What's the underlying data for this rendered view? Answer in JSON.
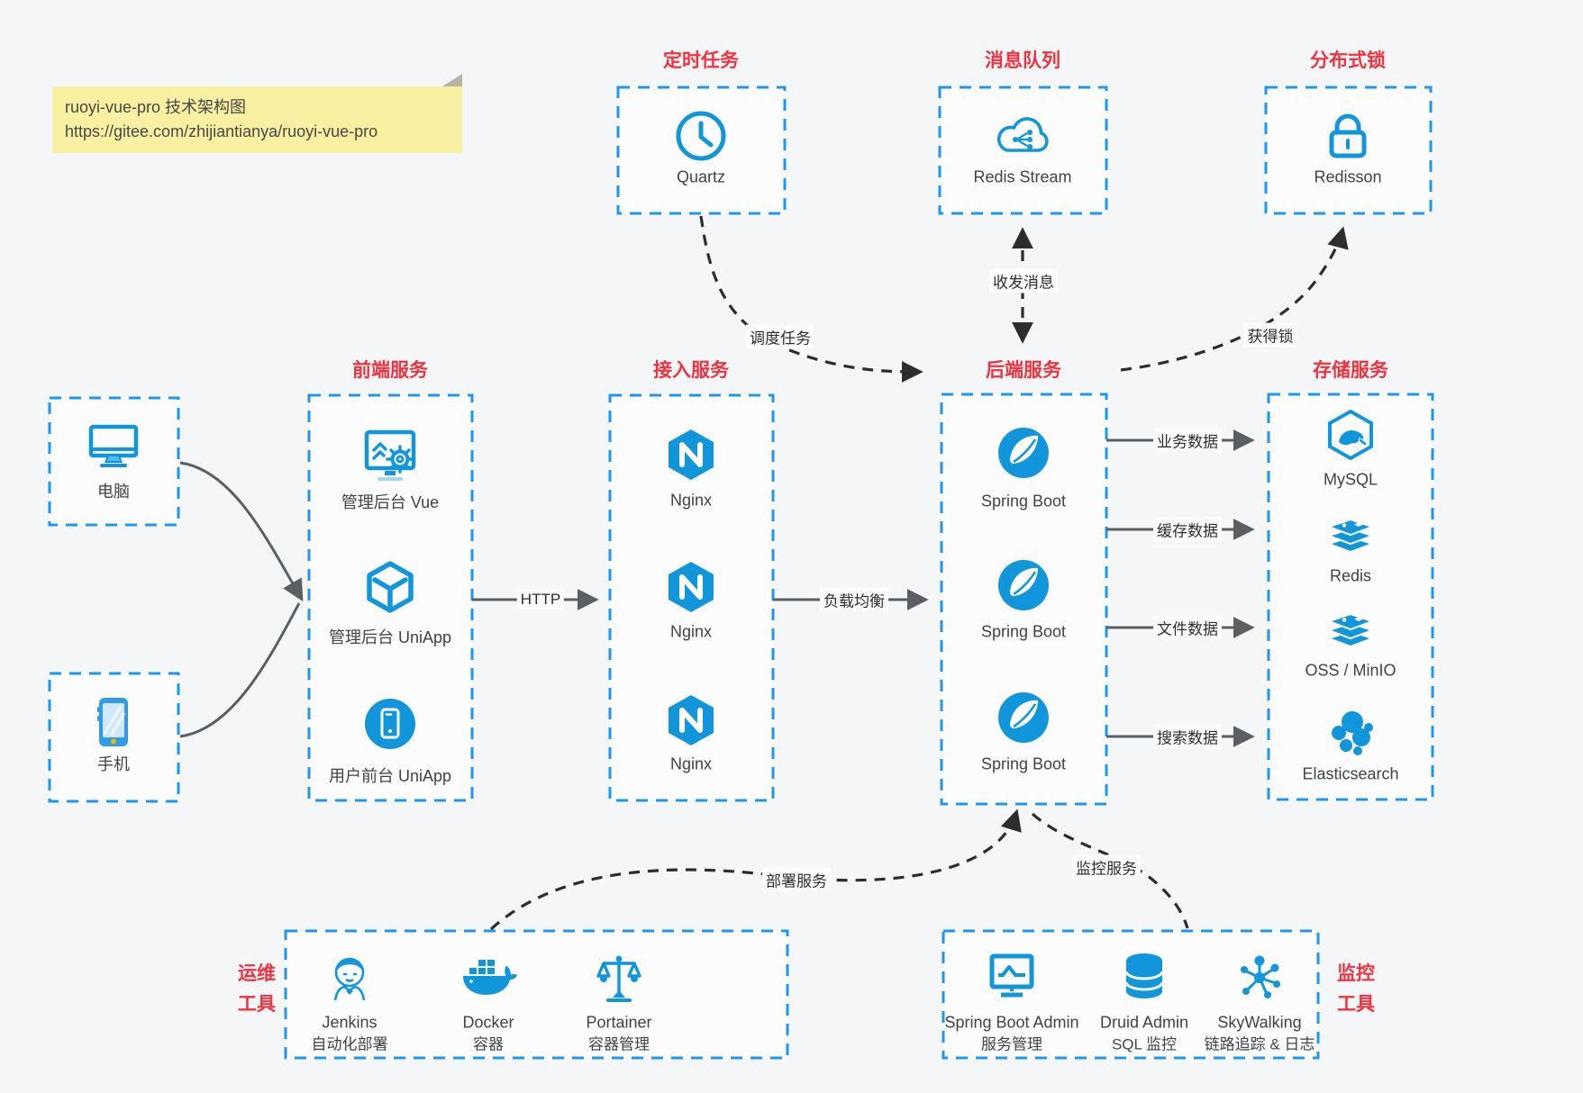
{
  "note": {
    "line1": "ruoyi-vue-pro 技术架构图",
    "line2": "https://gitee.com/zhijiantianya/ruoyi-vue-pro"
  },
  "colors": {
    "accent_blue": "#1e97f2",
    "icon_blue": "#1296db",
    "title_red": "#ef3340",
    "solid_arrow": "#595f63",
    "dashed_arrow": "#2d2d2d",
    "note_yellow": "#faf0a2"
  },
  "top_services": [
    {
      "title": "定时任务",
      "icon": "clock-icon",
      "label": "Quartz"
    },
    {
      "title": "消息队列",
      "icon": "cloud-stream-icon",
      "label": "Redis Stream"
    },
    {
      "title": "分布式锁",
      "icon": "lock-icon",
      "label": "Redisson"
    }
  ],
  "clients": [
    {
      "icon": "desktop-icon",
      "label": "电脑"
    },
    {
      "icon": "mobile-icon",
      "label": "手机"
    }
  ],
  "columns": [
    {
      "title": "前端服务",
      "items": [
        {
          "icon": "admin-vue-icon",
          "label": "管理后台 Vue"
        },
        {
          "icon": "uniapp-cube-icon",
          "label": "管理后台 UniApp"
        },
        {
          "icon": "user-uniapp-icon",
          "label": "用户前台 UniApp"
        }
      ]
    },
    {
      "title": "接入服务",
      "items": [
        {
          "icon": "nginx-icon",
          "label": "Nginx"
        },
        {
          "icon": "nginx-icon",
          "label": "Nginx"
        },
        {
          "icon": "nginx-icon",
          "label": "Nginx"
        }
      ]
    },
    {
      "title": "后端服务",
      "items": [
        {
          "icon": "springboot-icon",
          "label": "Spring Boot"
        },
        {
          "icon": "springboot-icon",
          "label": "Spring Boot"
        },
        {
          "icon": "springboot-icon",
          "label": "Spring Boot"
        }
      ]
    },
    {
      "title": "存储服务",
      "items": [
        {
          "icon": "mysql-icon",
          "label": "MySQL"
        },
        {
          "icon": "redis-icon",
          "label": "Redis"
        },
        {
          "icon": "minio-icon",
          "label": "OSS / MinIO"
        },
        {
          "icon": "elasticsearch-icon",
          "label": "Elasticsearch"
        }
      ]
    }
  ],
  "edges": {
    "http": "HTTP",
    "load_balance": "负载均衡",
    "business_data": "业务数据",
    "cache_data": "缓存数据",
    "file_data": "文件数据",
    "search_data": "搜索数据",
    "schedule": "调度任务",
    "messaging": "收发消息",
    "acquire_lock": "获得锁",
    "deploy": "部署服务",
    "monitor": "监控服务"
  },
  "tool_groups": [
    {
      "label_top": "运维",
      "label_bottom": "工具",
      "items": [
        {
          "icon": "jenkins-icon",
          "name": "Jenkins",
          "sub": "自动化部署"
        },
        {
          "icon": "docker-icon",
          "name": "Docker",
          "sub": "容器"
        },
        {
          "icon": "portainer-icon",
          "name": "Portainer",
          "sub": "容器管理"
        }
      ]
    },
    {
      "label_top": "监控",
      "label_bottom": "工具",
      "items": [
        {
          "icon": "springboot-admin-icon",
          "name": "Spring Boot Admin",
          "sub": "服务管理"
        },
        {
          "icon": "druid-icon",
          "name": "Druid Admin",
          "sub": "SQL 监控"
        },
        {
          "icon": "skywalking-icon",
          "name": "SkyWalking",
          "sub": "链路追踪 & 日志"
        }
      ]
    }
  ]
}
